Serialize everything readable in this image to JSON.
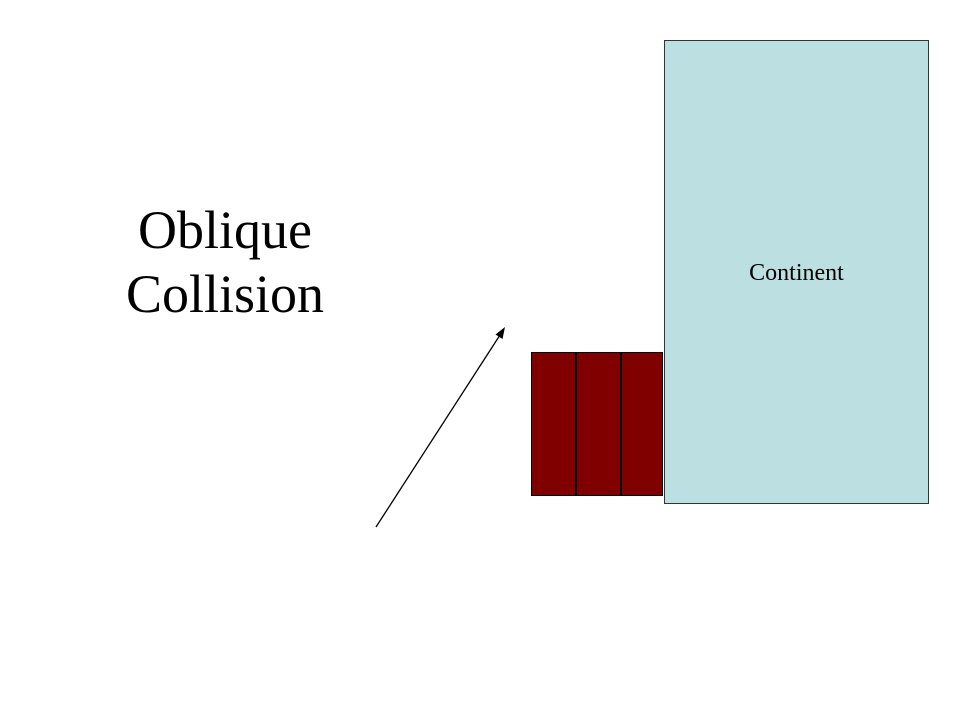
{
  "title": {
    "line1": "Oblique",
    "line2": "Collision"
  },
  "continent": {
    "label": "Continent",
    "fill_color": "#bce0e2"
  },
  "oceanic_blocks": {
    "count": 3,
    "fill_color": "#800000"
  },
  "motion_arrow": {
    "icon": "arrow-up-right-icon",
    "color": "#000000"
  }
}
